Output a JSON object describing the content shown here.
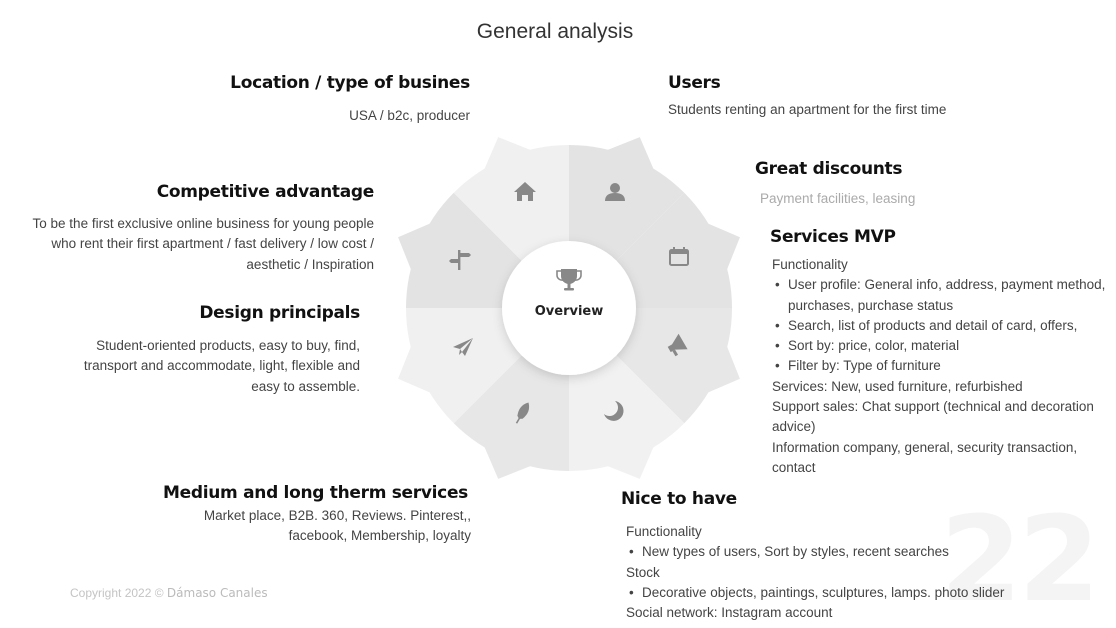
{
  "title": "General analysis",
  "center": {
    "label": "Overview",
    "icon": "trophy-icon"
  },
  "segments": [
    {
      "icon": "user-icon",
      "color": "#e3e3e3"
    },
    {
      "icon": "calendar-icon",
      "color": "#e3e3e3"
    },
    {
      "icon": "megaphone-icon",
      "color": "#e7e7e7"
    },
    {
      "icon": "moon-icon",
      "color": "#f1f1f1"
    },
    {
      "icon": "feather-icon",
      "color": "#e7e7e7"
    },
    {
      "icon": "paper-plane-icon",
      "color": "#f0f0f0"
    },
    {
      "icon": "signpost-icon",
      "color": "#e3e3e3"
    },
    {
      "icon": "home-icon",
      "color": "#f0f0f0"
    }
  ],
  "location": {
    "heading": "Location / type of busines",
    "text": "USA / b2c, producer"
  },
  "users": {
    "heading": "Users",
    "text": "Students renting an apartment for the first time"
  },
  "discounts": {
    "heading": "Great discounts",
    "text": "Payment facilities, leasing"
  },
  "competitive": {
    "heading": "Competitive advantage",
    "lines": [
      "To be the first exclusive online business for young people",
      "who rent their first apartment / fast delivery / low cost /",
      "aesthetic / Inspiration"
    ]
  },
  "design": {
    "heading": "Design principals",
    "lines": [
      "Student-oriented products, easy to buy, find,",
      "transport and accommodate, light, flexible and",
      "easy to assemble."
    ]
  },
  "services": {
    "heading": "Services MVP",
    "functionality": "Functionality",
    "bullets": [
      "User profile: General info, address, payment method, purchases, purchase status",
      "Search, list of products and detail of card, offers,",
      "Sort by: price, color, material",
      "Filter by: Type of furniture"
    ],
    "lines": [
      "Services: New, used furniture, refurbished",
      "Support sales: Chat support (technical and decoration advice)",
      "Information company, general, security transaction, contact"
    ]
  },
  "medium": {
    "heading": "Medium and long therm services",
    "lines": [
      "Market place, B2B. 360, Reviews. Pinterest,,",
      "facebook, Membership, loyalty"
    ]
  },
  "nice": {
    "heading": "Nice to have",
    "functionality": "Functionality",
    "bullet1": "New types of users, Sort by styles, recent searches",
    "stock": "Stock",
    "bullet2": "Decorative objects, paintings, sculptures, lamps. photo slider",
    "social": "Social network: Instagram account"
  },
  "watermark": "22",
  "copyright": {
    "prefix": "Copyright  2022 ©",
    "author": "Dámaso Canales"
  }
}
